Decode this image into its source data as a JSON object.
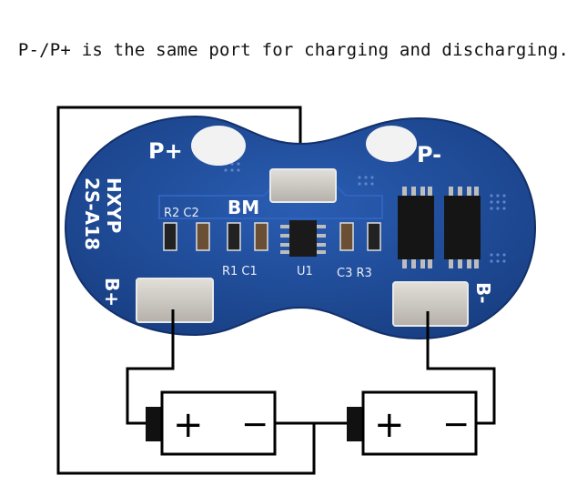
{
  "caption": "P-/P+ is the same port for charging and discharging.",
  "board": {
    "model_line1": "HXYP",
    "model_line2": "2S-A18",
    "pad_p_plus": "P+",
    "pad_p_minus": "P-",
    "pad_b_plus": "B+",
    "pad_b_minus": "B-",
    "pad_bm": "BM",
    "labels_top": "R2 C2",
    "labels_bottom_left": "R1 C1",
    "label_u1": "U1",
    "labels_bottom_right": "C3 R3"
  },
  "battery_left": {
    "plus": "+",
    "minus": "−"
  },
  "battery_right": {
    "plus": "+",
    "minus": "−"
  },
  "colors": {
    "pcb": "#1f4fa0",
    "pcb_dark": "#173d80",
    "pad": "#c9c6c0",
    "wire": "#000000"
  }
}
